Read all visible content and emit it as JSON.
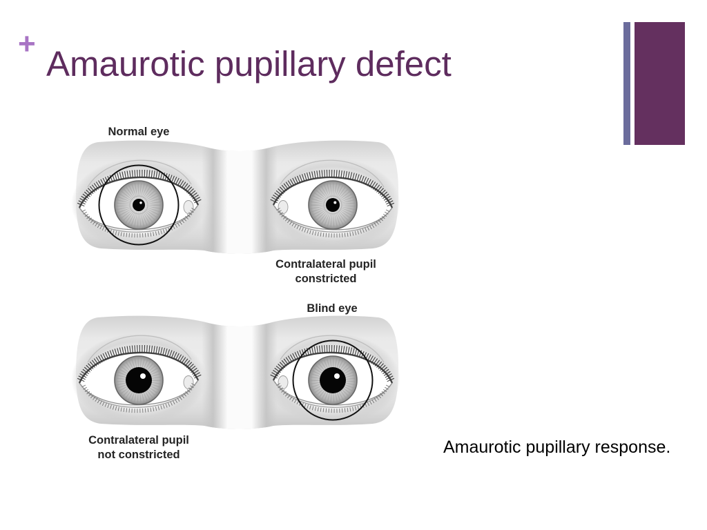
{
  "slide": {
    "bullet": "+",
    "title": "Amaurotic pupillary defect",
    "caption": "Amaurotic pupillary response."
  },
  "figure": {
    "label_normal_eye": "Normal eye",
    "label_top_right": [
      "Contralateral pupil",
      "constricted"
    ],
    "label_blind_eye": "Blind eye",
    "label_bottom_left": [
      "Contralateral pupil",
      "not constricted"
    ]
  },
  "colors": {
    "bullet": "#a874c4",
    "title": "#5e2c5e",
    "accent_bar_thin": "#6b6c9c",
    "accent_bar_block": "#64305f"
  }
}
